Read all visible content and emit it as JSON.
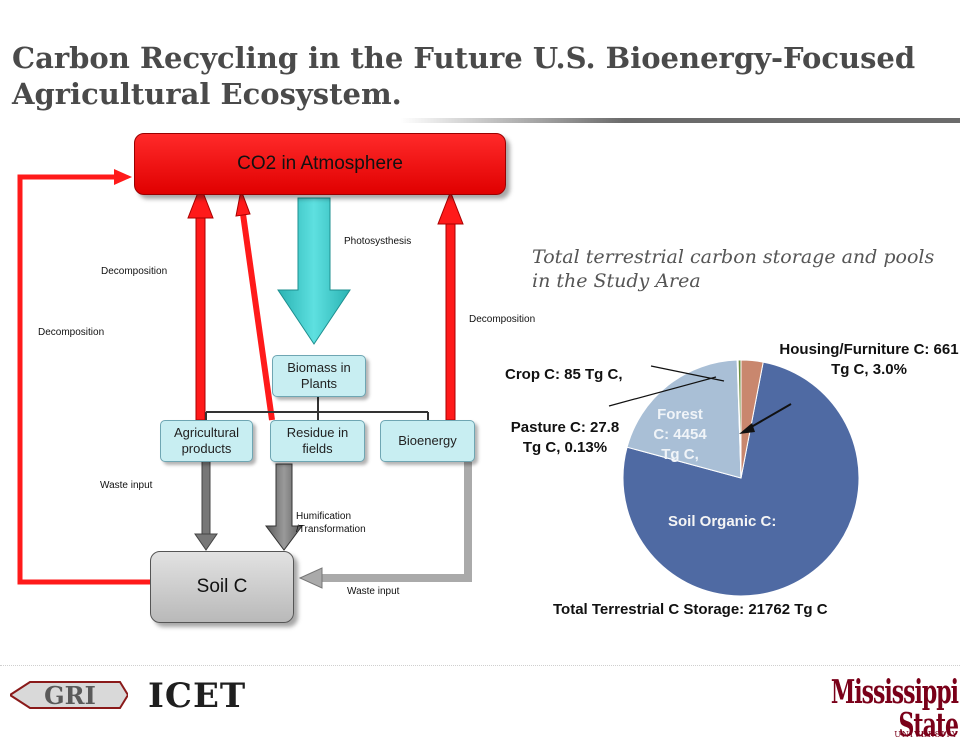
{
  "title": "Carbon Recycling in the Future U.S. Bioenergy-Focused Agricultural Ecosystem.",
  "diagram": {
    "atmosphere_label": "CO2 in Atmosphere",
    "biomass_label": "Biomass in Plants",
    "agricultural_label": "Agricultural products",
    "residue_label": "Residue in fields",
    "bioenergy_label": "Bioenergy",
    "soil_label": "Soil C",
    "photosynthesis_label": "Photosysthesis",
    "decomposition_labels": [
      "Decomposition",
      "Decomposition",
      "Decomposition"
    ],
    "waste_input_labels": [
      "Waste input",
      "Waste input"
    ],
    "humification_label": "Humification /Transformation"
  },
  "chart_title": "Total terrestrial carbon storage and pools in the Study Area",
  "chart_data": {
    "type": "pie",
    "total_label": "Total Terrestrial C Storage: 21762 Tg C",
    "slices": [
      {
        "label": "Soil Organic C:",
        "value": 16734.2,
        "color": "#4f6aa3"
      },
      {
        "label": "Forest C: 4454 Tg C,",
        "value": 4454,
        "color": "#a9bfd6"
      },
      {
        "label": "Pasture C: 27.8 Tg C, 0.13%",
        "value": 27.8,
        "color": "#c9d89a"
      },
      {
        "label": "Crop C: 85 Tg C,",
        "value": 85,
        "color": "#6b8f3e"
      },
      {
        "label": "Housing/Furniture C: 661 Tg C, 3.0%",
        "value": 661,
        "color": "#c9876e"
      }
    ]
  },
  "colors": {
    "atmosphere": "#ff0000",
    "plants": "#c8eef2",
    "soil": "#c8c8c8",
    "photosynthesis_arrow": "#3fc9c9",
    "decomposition_arrow": "#ff2020"
  },
  "footer": {
    "gri_logo": "GRI",
    "icet_logo": "ICET",
    "msu_logo": "Mississippi State",
    "msu_sub": "UNIVERSITY"
  }
}
